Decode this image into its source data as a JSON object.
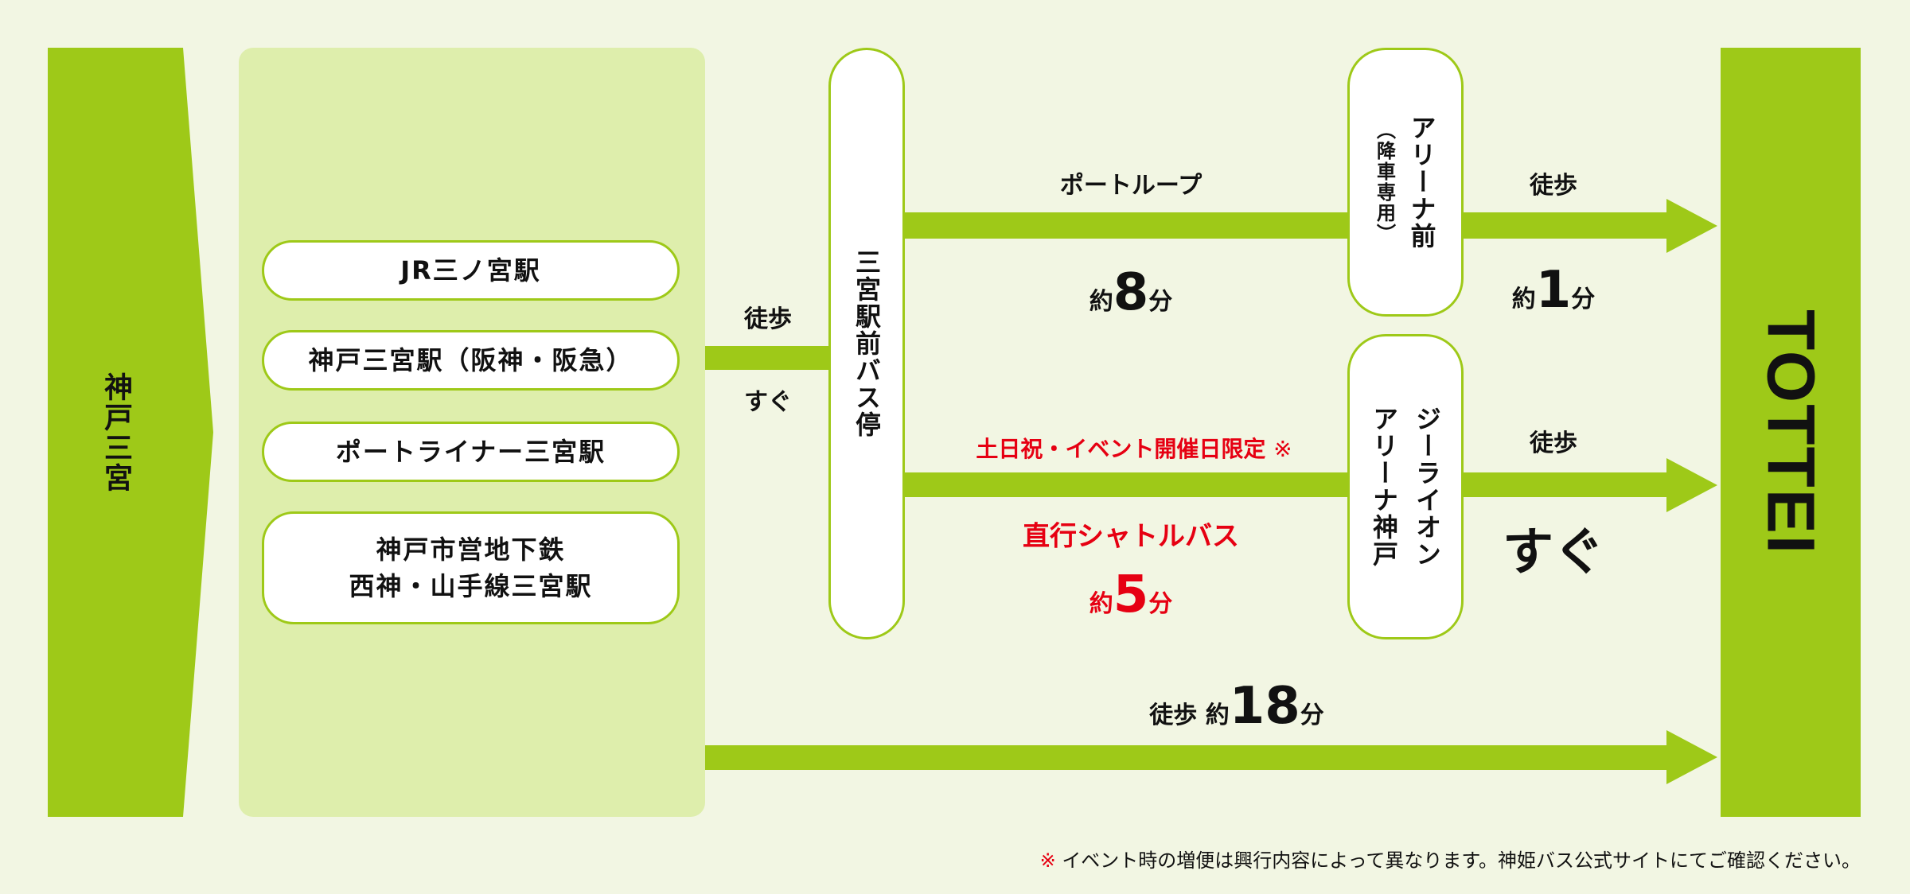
{
  "origin": {
    "label": "神戸三宮"
  },
  "stations": [
    "JR三ノ宮駅",
    "神戸三宮駅（阪神・阪急）",
    "ポートライナー三宮駅",
    "神戸市営地下鉄\n西神・山手線三宮駅"
  ],
  "connector": {
    "walk": "徒歩",
    "time": "すぐ"
  },
  "bus_stop": {
    "label": "三宮駅前バス停"
  },
  "route_port_loop": {
    "name": "ポートループ",
    "time_prefix": "約",
    "time_num": "8",
    "time_unit": "分"
  },
  "stop_arena_mae": {
    "label": "アリーナ前",
    "sub": "（降車専用）"
  },
  "walk_from_arena_mae": {
    "walk": "徒歩",
    "time_prefix": "約",
    "time_num": "1",
    "time_unit": "分"
  },
  "route_shuttle": {
    "condition": "土日祝・イベント開催日限定",
    "mark": "※",
    "name": "直行シャトルバス",
    "time_prefix": "約",
    "time_num": "5",
    "time_unit": "分"
  },
  "stop_glion": {
    "line1": "ジーライオン",
    "line2": "アリーナ神戸"
  },
  "walk_from_glion": {
    "walk": "徒歩",
    "time": "すぐ"
  },
  "walk_direct": {
    "walk": "徒歩",
    "time_prefix": "約",
    "time_num": "18",
    "time_unit": "分"
  },
  "destination": {
    "label": "TOTTEI"
  },
  "footnote": {
    "mark": "※",
    "text": "イベント時の増便は興行内容によって異なります。神姫バス公式サイトにてご確認ください。"
  },
  "colors": {
    "green": "#9ec918",
    "panel": "#deeeac",
    "background": "#f2f6e3",
    "red": "#e60012"
  }
}
